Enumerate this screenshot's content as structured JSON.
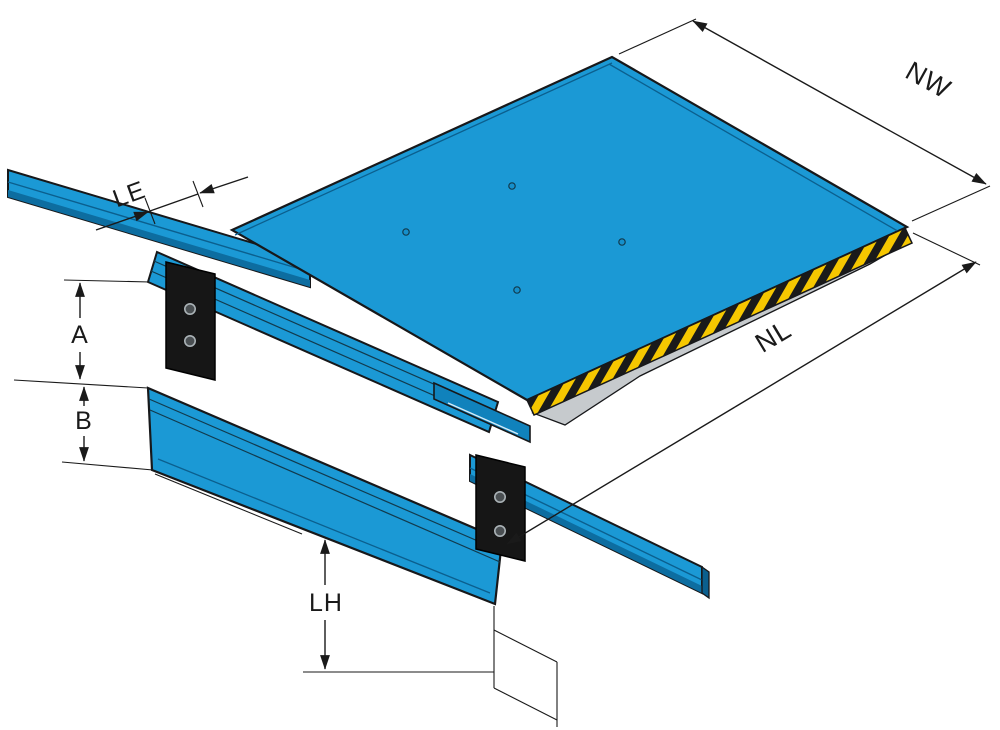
{
  "labels": {
    "nw": "NW",
    "nl": "NL",
    "le": "LE",
    "a": "A",
    "b": "B",
    "lh": "LH"
  },
  "colors": {
    "body_blue": "#1B99D5",
    "body_blue_dark": "#1082BC",
    "body_blue_deep": "#0D6DA0",
    "hazard_yellow": "#F6C700",
    "stripe_black": "#1A1A1A",
    "underside_grey": "#C6CACD",
    "bracket_black": "#161616",
    "line_color": "#1A1A1A",
    "background": "#FFFFFF"
  }
}
